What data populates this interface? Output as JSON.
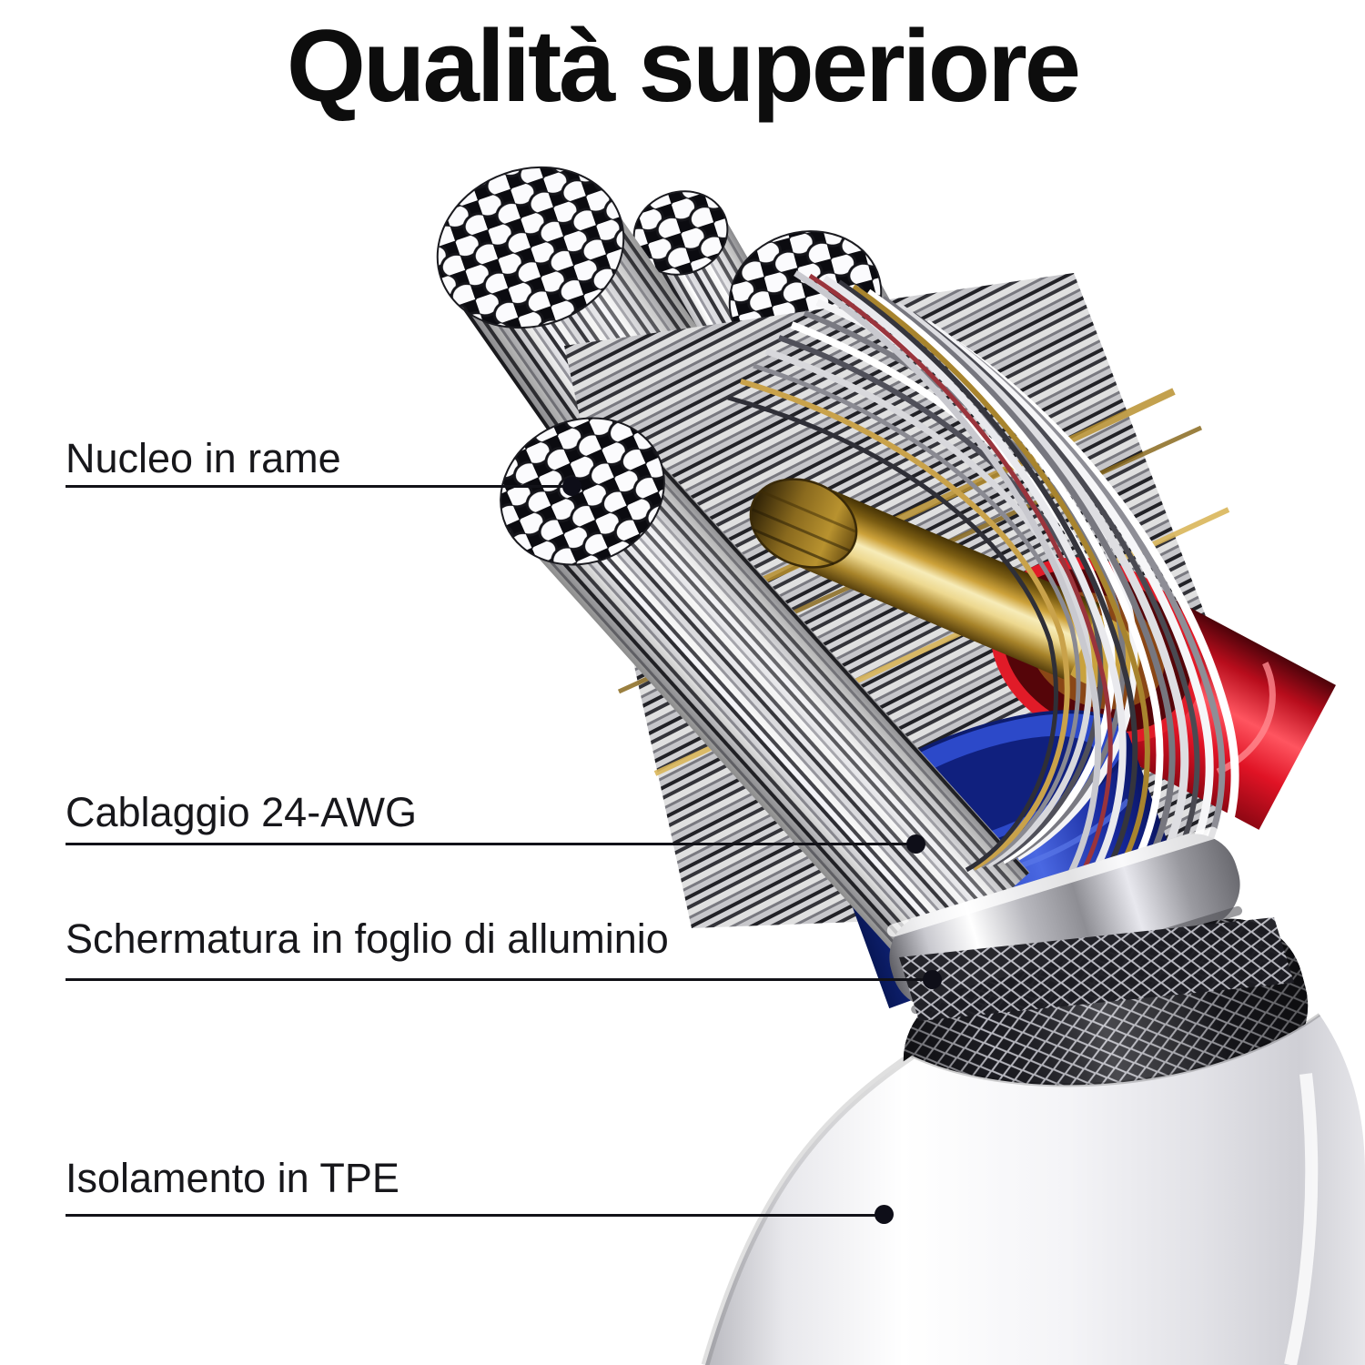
{
  "title": "Qualità superiore",
  "labels": {
    "core": {
      "text": "Nucleo in rame"
    },
    "wiring": {
      "text": "Cablaggio 24-AWG"
    },
    "shield": {
      "text": "Schermatura in foglio di alluminio"
    },
    "jacket": {
      "text": "Isolamento in TPE"
    }
  },
  "illustration": {
    "type": "cable-cutaway",
    "parts": [
      "copper-core-strand-bundles",
      "gold-conductor-rod",
      "red-insulated-wire",
      "blue-insulated-wire",
      "aluminum-foil-shield-ring",
      "braided-metal-shield",
      "white-tpe-outer-jacket"
    ],
    "colors": {
      "title_text": "#0d0d0d",
      "label_text": "#17171b",
      "leader_line": "#121218",
      "strand_silver": "#c9c9cf",
      "conductor_gold": "#d4a843",
      "insulation_red": "#d01423",
      "insulation_blue": "#2445c8",
      "foil_silver": "#e8e8ee",
      "braid_dark": "#1c1c22",
      "jacket_white": "#ffffff"
    }
  }
}
